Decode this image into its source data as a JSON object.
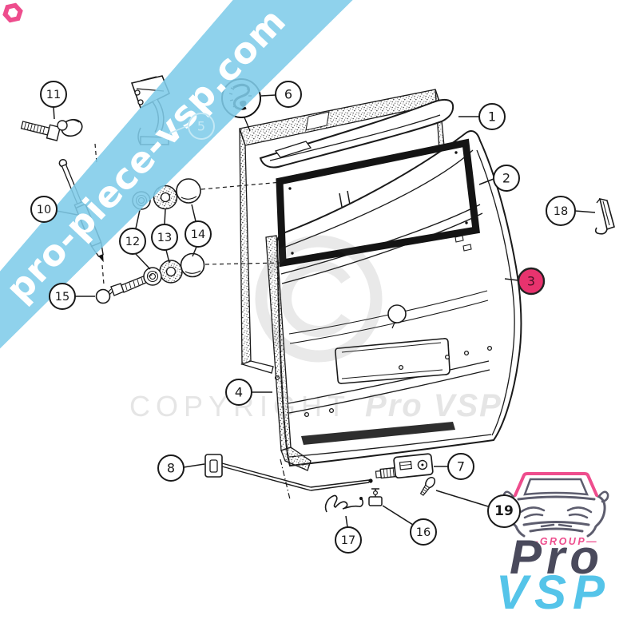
{
  "ribbon": {
    "text": "pro-piece-vsp.com",
    "color": "#7fcce9",
    "text_color": "#ffffff"
  },
  "watermark": {
    "copyright_text": "COPYRIGHT",
    "brand_text": "Pro VSP"
  },
  "logo": {
    "group_label": "—GROUP—",
    "name_top": "Pro",
    "name_bottom": "VSP",
    "pink": "#ee4d8d",
    "dark": "#4a4a5c",
    "light_blue": "#55c4e9"
  },
  "diagram": {
    "highlighted_part": "3",
    "highlight_color": "#e8336e",
    "callouts": [
      {
        "id": "1",
        "label": "1"
      },
      {
        "id": "2",
        "label": "2"
      },
      {
        "id": "3",
        "label": "3"
      },
      {
        "id": "4",
        "label": "4"
      },
      {
        "id": "5",
        "label": "5"
      },
      {
        "id": "6",
        "label": "6"
      },
      {
        "id": "7",
        "label": "7"
      },
      {
        "id": "8",
        "label": "8"
      },
      {
        "id": "10",
        "label": "10"
      },
      {
        "id": "11",
        "label": "11"
      },
      {
        "id": "12",
        "label": "12"
      },
      {
        "id": "13",
        "label": "13"
      },
      {
        "id": "14",
        "label": "14"
      },
      {
        "id": "15",
        "label": "15"
      },
      {
        "id": "16",
        "label": "16"
      },
      {
        "id": "17",
        "label": "17"
      },
      {
        "id": "18",
        "label": "18"
      },
      {
        "id": "19",
        "label": "19"
      }
    ]
  }
}
